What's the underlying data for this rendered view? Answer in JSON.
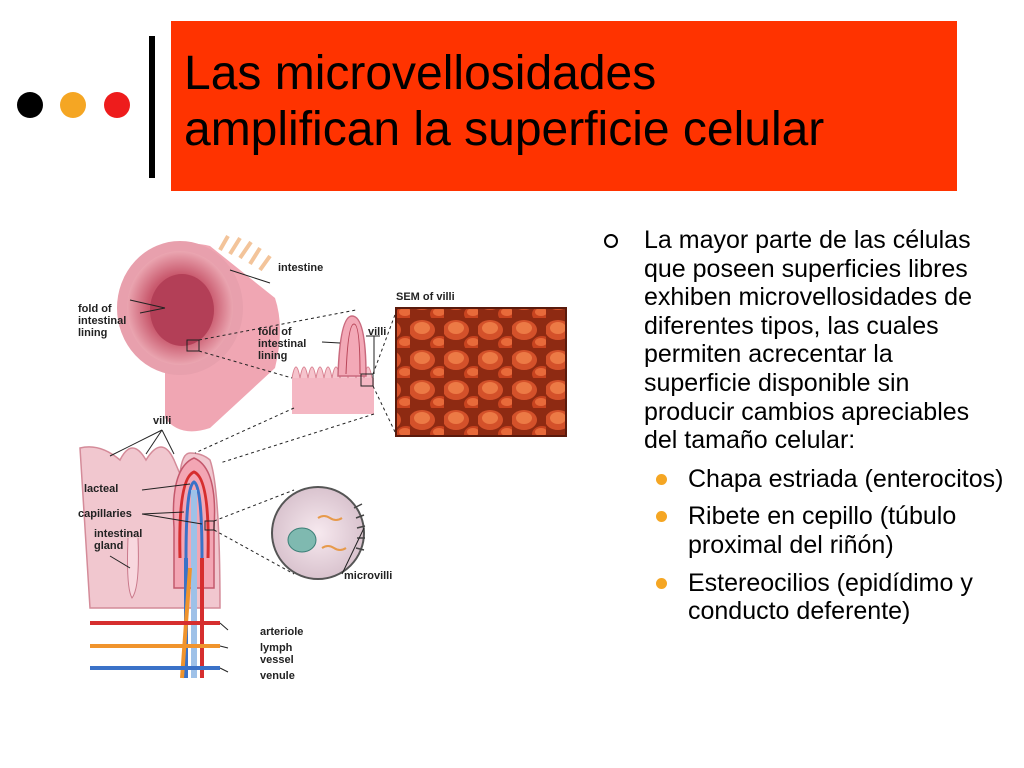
{
  "title": {
    "line1": "Las microvellosidades",
    "line2": "amplifican la superficie celular"
  },
  "decor": {
    "dot_colors": [
      "#000000",
      "#f5a623",
      "#ee1c1c"
    ],
    "title_band_color": "#ff3300"
  },
  "figure": {
    "labels": {
      "intestine": "intestine",
      "fold_lining": [
        "fold of",
        "intestinal",
        "lining"
      ],
      "fold_lining_2": [
        "fold of",
        "intestinal",
        "lining"
      ],
      "villi_top": "villi",
      "sem": "SEM of villi",
      "villi_left": "villi",
      "lacteal": "lacteal",
      "capillaries": "capillaries",
      "intestinal_gland": [
        "intestinal",
        "gland"
      ],
      "microvilli": "microvilli",
      "arteriole": "arteriole",
      "lymph_vessel": [
        "lymph",
        "vessel"
      ],
      "venule": "venule"
    }
  },
  "content": {
    "main_bullet": "La mayor parte de las células que poseen superficies libres exhiben microvellosidades de diferentes tipos, las cuales permiten acrecentar la superficie disponible sin producir cambios apreciables  del tamaño celular:",
    "sub_bullets": [
      "Chapa estriada (enterocitos)",
      "Ribete en cepillo (túbulo proximal del riñón)",
      "Estereocilios (epidídimo y conducto deferente)"
    ]
  }
}
